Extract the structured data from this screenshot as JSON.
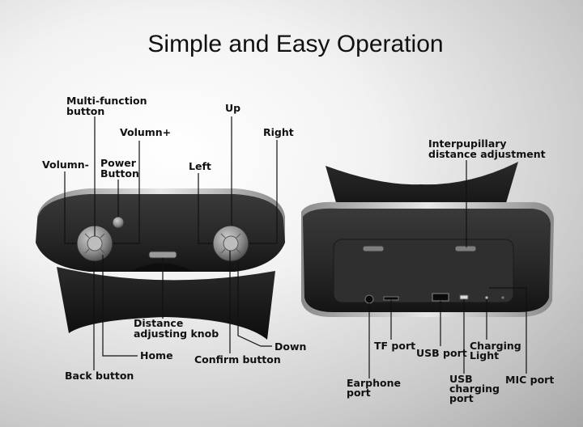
{
  "title": "Simple and Easy Operation",
  "labels": {
    "multi_function_1": "Multi-function",
    "multi_function_2": "button",
    "volumn_plus": "Volumn+",
    "volumn_minus": "Volumn-",
    "power_1": "Power",
    "power_2": "Button",
    "up": "Up",
    "right": "Right",
    "left": "Left",
    "ipd_1": "Interpupillary",
    "ipd_2": "distance adjustment",
    "distance_knob_1": "Distance",
    "distance_knob_2": "adjusting knob",
    "home": "Home",
    "back": "Back button",
    "confirm": "Confirm button",
    "down": "Down",
    "tf_port": "TF port",
    "usb_port": "USB port",
    "charging_1": "Charging",
    "charging_2": "Light",
    "earphone_1": "Earphone",
    "earphone_2": "port",
    "usb_charging_1": "USB",
    "usb_charging_2": "charging",
    "usb_charging_3": "port",
    "mic_port": "MIC port"
  },
  "colors": {
    "body": "#2b2b2b",
    "body_dark": "#161616",
    "silver": "#c9c9c9",
    "button": "#8f8f8f",
    "leader": "#111111"
  }
}
